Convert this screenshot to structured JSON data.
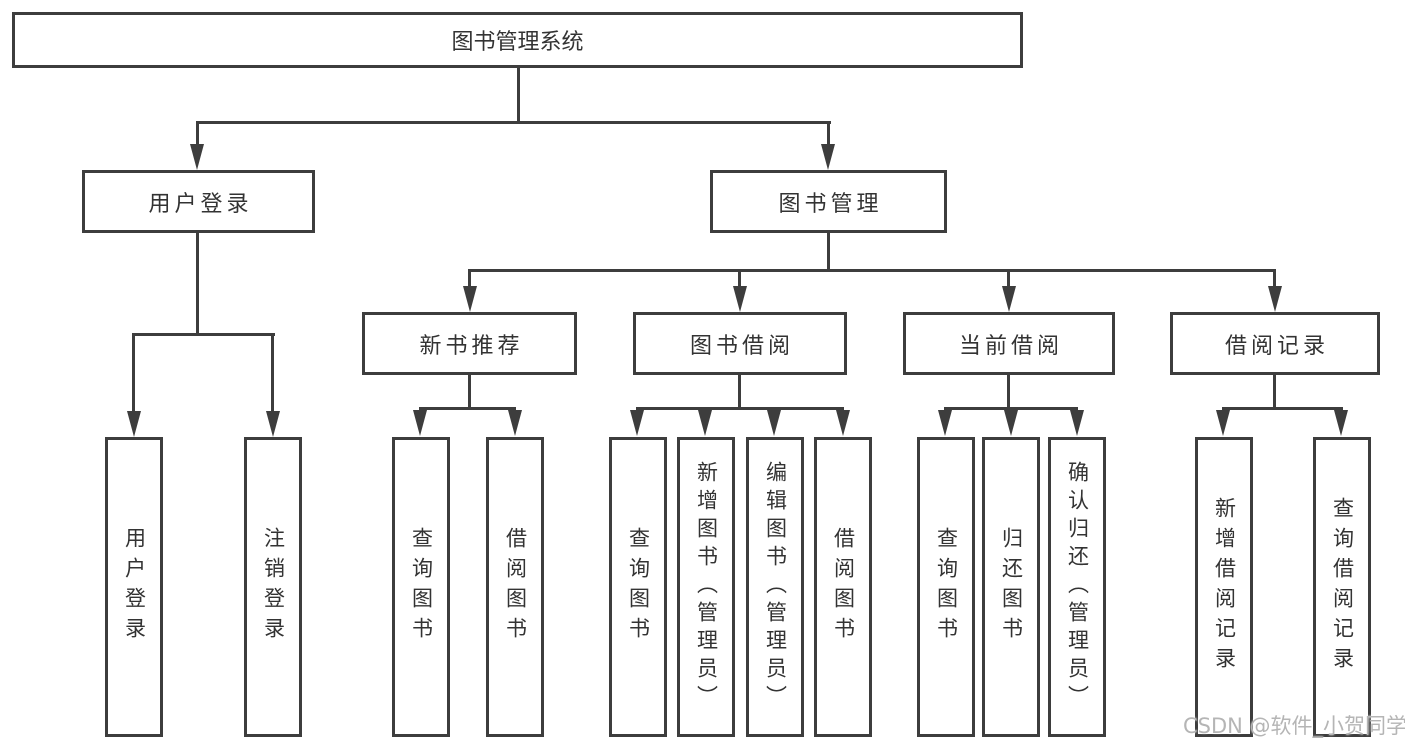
{
  "diagram": {
    "type": "tree-diagram",
    "root": {
      "label": "图书管理系统"
    },
    "level2": [
      {
        "label": "用户登录",
        "parent": "图书管理系统"
      },
      {
        "label": "图书管理",
        "parent": "图书管理系统"
      }
    ],
    "level3": [
      {
        "label": "新书推荐",
        "parent": "图书管理"
      },
      {
        "label": "图书借阅",
        "parent": "图书管理"
      },
      {
        "label": "当前借阅",
        "parent": "图书管理"
      },
      {
        "label": "借阅记录",
        "parent": "图书管理"
      }
    ],
    "leaves": [
      {
        "label": "用户登录",
        "parent": "用户登录"
      },
      {
        "label": "注销登录",
        "parent": "用户登录"
      },
      {
        "label": "查询图书",
        "parent": "新书推荐"
      },
      {
        "label": "借阅图书",
        "parent": "新书推荐"
      },
      {
        "label": "查询图书",
        "parent": "图书借阅"
      },
      {
        "label": "新增图书（管理员）",
        "parent": "图书借阅"
      },
      {
        "label": "编辑图书（管理员）",
        "parent": "图书借阅"
      },
      {
        "label": "借阅图书",
        "parent": "图书借阅"
      },
      {
        "label": "查询图书",
        "parent": "当前借阅"
      },
      {
        "label": "归还图书",
        "parent": "当前借阅"
      },
      {
        "label": "确认归还（管理员）",
        "parent": "当前借阅"
      },
      {
        "label": "新增借阅记录",
        "parent": "借阅记录"
      },
      {
        "label": "查询借阅记录",
        "parent": "借阅记录"
      }
    ],
    "watermark": "CSDN @软件_小贺同学",
    "colors": {
      "line": "#3d3d3d",
      "text": "#333333",
      "background": "#ffffff",
      "watermark": "#b5b5b5"
    }
  }
}
